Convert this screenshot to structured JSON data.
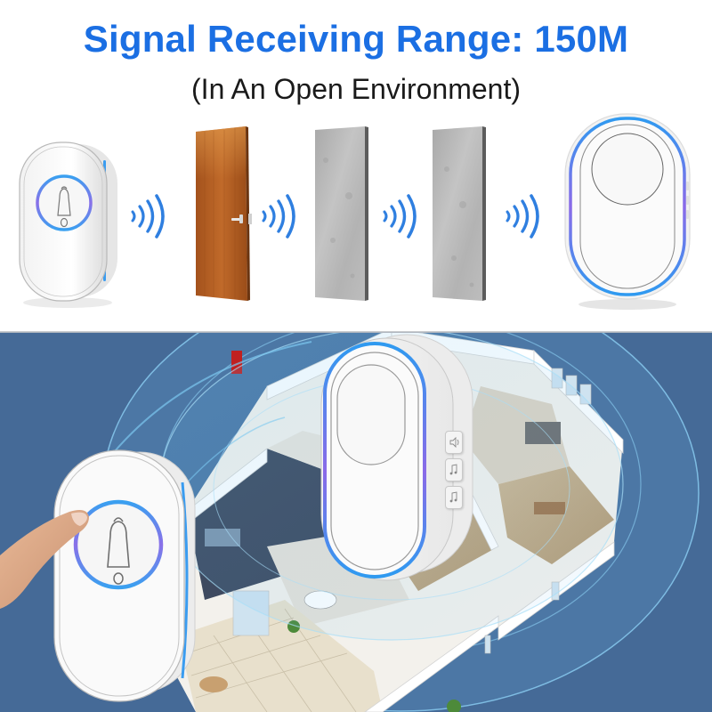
{
  "header": {
    "title": "Signal Receiving Range: 150M",
    "subtitle": "(In An Open Environment)"
  },
  "diagram": {
    "sequence": [
      {
        "type": "transmitter",
        "icon": "doorbell-button-icon"
      },
      {
        "type": "signal",
        "icon": "wireless-waves-icon"
      },
      {
        "type": "obstacle",
        "material": "wooden-door",
        "icon": "door-icon"
      },
      {
        "type": "signal",
        "icon": "wireless-waves-icon"
      },
      {
        "type": "obstacle",
        "material": "concrete-wall",
        "icon": "wall-icon"
      },
      {
        "type": "signal",
        "icon": "wireless-waves-icon"
      },
      {
        "type": "obstacle",
        "material": "concrete-wall",
        "icon": "wall-icon"
      },
      {
        "type": "signal",
        "icon": "wireless-waves-icon"
      },
      {
        "type": "receiver",
        "icon": "chime-receiver-icon"
      }
    ]
  },
  "scene": {
    "description": "3D cutaway house with transmitter and receiver emitting signal range arcs",
    "receiver_side_buttons": [
      "volume-button",
      "music-prev-button",
      "music-next-button"
    ]
  },
  "colors": {
    "title_blue": "#1b6fe3",
    "subtitle": "#1a1a1a",
    "scene_background": "#456a97",
    "led_ring_blue": "#3aa0f0",
    "led_ring_purple": "#8a70e8",
    "wave_blue": "#2f7fe0",
    "door_wood": "#b45e22",
    "wall_gray": "#b9b9b9"
  }
}
